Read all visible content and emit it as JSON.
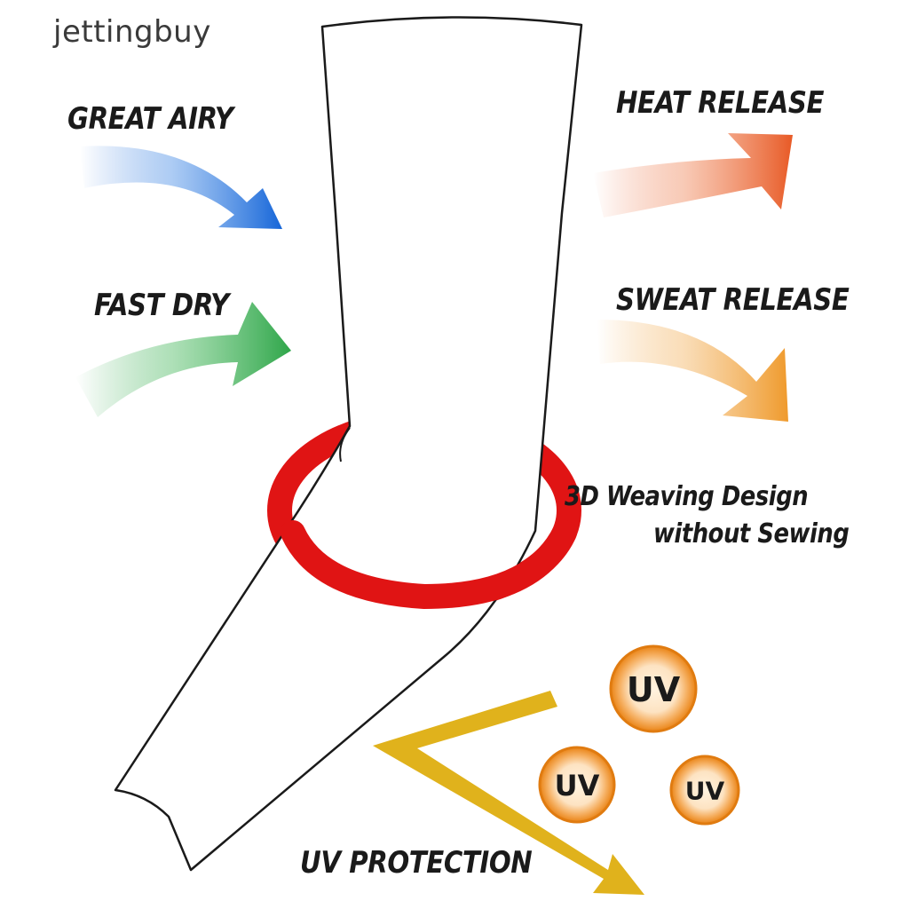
{
  "watermark": "jettingbuy",
  "labels": {
    "great_airy": "GREAT AIRY",
    "fast_dry": "FAST DRY",
    "heat_release": "HEAT RELEASE",
    "sweat_release": "SWEAT RELEASE",
    "weaving_line1": "3D Weaving Design",
    "weaving_line2": "without Sewing",
    "uv_protection": "UV PROTECTION"
  },
  "uv_badges": [
    "UV",
    "UV",
    "UV"
  ],
  "colors": {
    "great_airy_arrow": "#1565d8",
    "fast_dry_arrow": "#2fa64a",
    "heat_release_arrow": "#e85a26",
    "sweat_release_arrow": "#ef9a2c",
    "ring": "#e01414",
    "uv_arrow": "#e0b21c",
    "uv_badge": "#ef8a1f",
    "outline": "#1a1a1a"
  }
}
